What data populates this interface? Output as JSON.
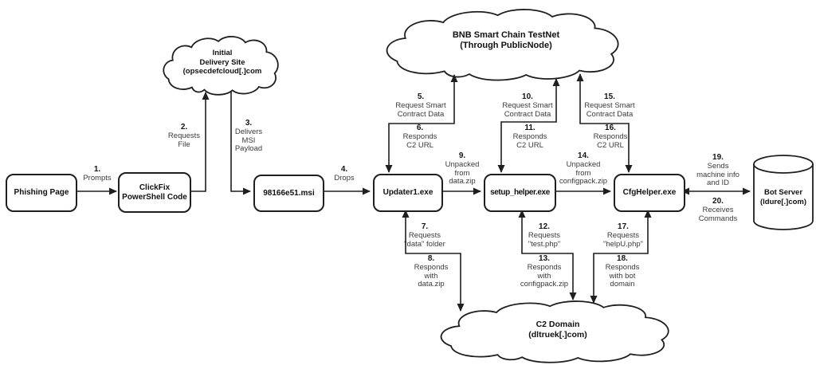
{
  "nodes": {
    "phishing_page": "Phishing Page",
    "clickfix": "ClickFix\nPowerShell Code",
    "msi": "98166e51.msi",
    "updater": "Updater1.exe",
    "setup_helper": "setup_helper.exe",
    "cfg_helper": "CfgHelper.exe",
    "initial_delivery_cloud": "Initial\nDelivery Site\n(opsecdefcloud[.]com",
    "bnb_cloud": "BNB Smart Chain TestNet\n(Through PublicNode)",
    "c2_cloud": "C2 Domain\n(dltruek[.]com)",
    "bot_server": "Bot Server\n(ldure[.]com)"
  },
  "steps": [
    {
      "num": "1.",
      "text": "Prompts"
    },
    {
      "num": "2.",
      "text": "Requests\nFile"
    },
    {
      "num": "3.",
      "text": "Delivers\nMSI\nPayload"
    },
    {
      "num": "4.",
      "text": "Drops"
    },
    {
      "num": "5.",
      "text": "Request Smart\nContract Data"
    },
    {
      "num": "6.",
      "text": "Responds\nC2 URL"
    },
    {
      "num": "7.",
      "text": "Requests\n\"data\" folder"
    },
    {
      "num": "8.",
      "text": "Responds\nwith\ndata.zip"
    },
    {
      "num": "9.",
      "text": "Unpacked\nfrom\ndata.zip"
    },
    {
      "num": "10.",
      "text": "Request Smart\nContract Data"
    },
    {
      "num": "11.",
      "text": "Responds\nC2 URL"
    },
    {
      "num": "12.",
      "text": "Requests\n\"test.php\""
    },
    {
      "num": "13.",
      "text": "Responds\nwith\nconfigpack.zip"
    },
    {
      "num": "14.",
      "text": "Unpacked\nfrom\nconfigpack.zip"
    },
    {
      "num": "15.",
      "text": "Request Smart\nContract Data"
    },
    {
      "num": "16.",
      "text": "Responds\nC2 URL"
    },
    {
      "num": "17.",
      "text": "Requests\n\"helpU.php\""
    },
    {
      "num": "18.",
      "text": "Responds\nwith bot\ndomain"
    },
    {
      "num": "19.",
      "text": "Sends\nmachine info\nand ID"
    },
    {
      "num": "20.",
      "text": "Receives\nCommands"
    }
  ],
  "colors": {
    "ink": "#1f1f1f",
    "step_text": "#3a3a3a",
    "background": "#ffffff"
  }
}
